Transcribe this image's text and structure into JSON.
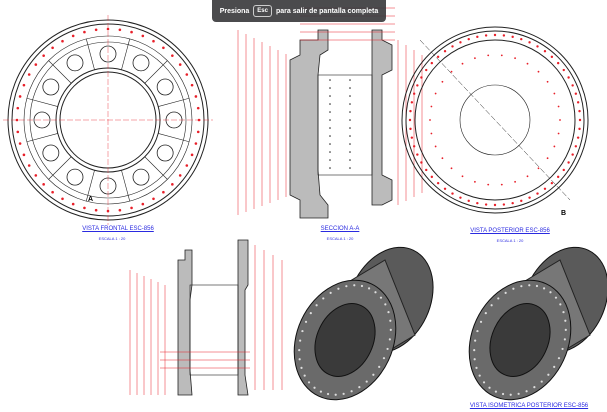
{
  "overlay": {
    "prefix": "Presiona",
    "key": "Esc",
    "suffix": "para salir de pantalla completa"
  },
  "views": {
    "front": {
      "title": "VISTA FRONTAL ESC-856",
      "scale": "ESCALA 1 : 20",
      "section_mark": "A"
    },
    "section": {
      "title": "SECCION A-A",
      "scale": "ESCALA 1 : 20"
    },
    "back": {
      "title": "VISTA POSTERIOR ESC-856",
      "scale": "ESCALA 1 : 20",
      "section_mark": "B"
    },
    "iso": {
      "title": "VISTA ISOMETRICA POSTERIOR ESC-856"
    }
  },
  "colors": {
    "dimension": "#e8202a",
    "label": "#2a2ae0",
    "outline": "#222222",
    "solid": "#6a6a6a"
  }
}
